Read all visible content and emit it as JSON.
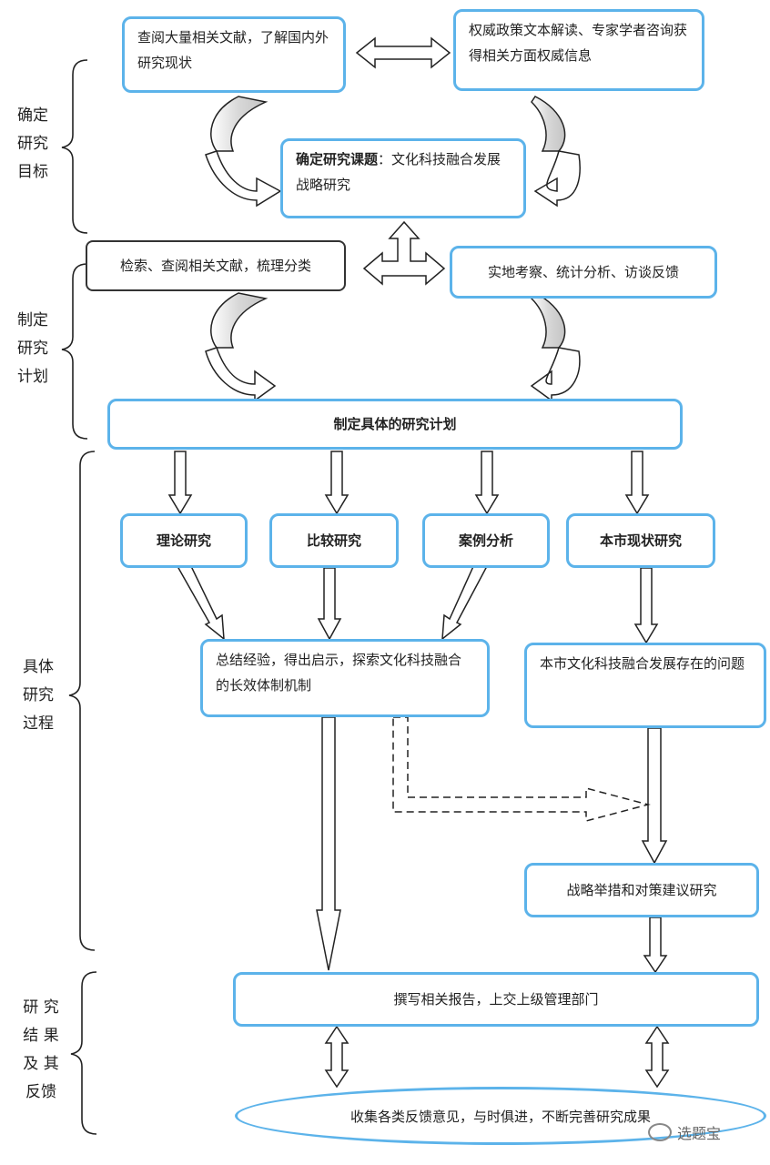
{
  "phases": [
    {
      "id": "phase-1",
      "lines": [
        "确定",
        "研究",
        "目标"
      ]
    },
    {
      "id": "phase-2",
      "lines": [
        "制定",
        "研究",
        "计划"
      ]
    },
    {
      "id": "phase-3",
      "lines": [
        "具体",
        "研究",
        "过程"
      ]
    },
    {
      "id": "phase-4",
      "lines": [
        "研 究",
        "结 果",
        "及 其",
        "反馈"
      ]
    }
  ],
  "boxes": {
    "literature": "查阅大量相关文献，了解国内外研究现状",
    "policy": "权威政策文本解读、专家学者咨询获得相关方面权威信息",
    "topic_label": "确定研究课题",
    "topic_text": "：文化科技融合发展战略研究",
    "search": "检索、查阅相关文献，梳理分类",
    "fieldwork": "实地考察、统计分析、访谈反馈",
    "plan": "制定具体的研究计划",
    "theory": "理论研究",
    "compare": "比较研究",
    "case": "案例分析",
    "local": "本市现状研究",
    "summary": "总结经验，得出启示，探索文化科技融合的长效体制机制",
    "problems": "本市文化科技融合发展存在的问题",
    "strategy": "战略举措和对策建议研究",
    "report": "撰写相关报告，上交上级管理部门",
    "feedback": "收集各类反馈意见，与时俱进，不断完善研究成果"
  },
  "watermark": "选题宝"
}
